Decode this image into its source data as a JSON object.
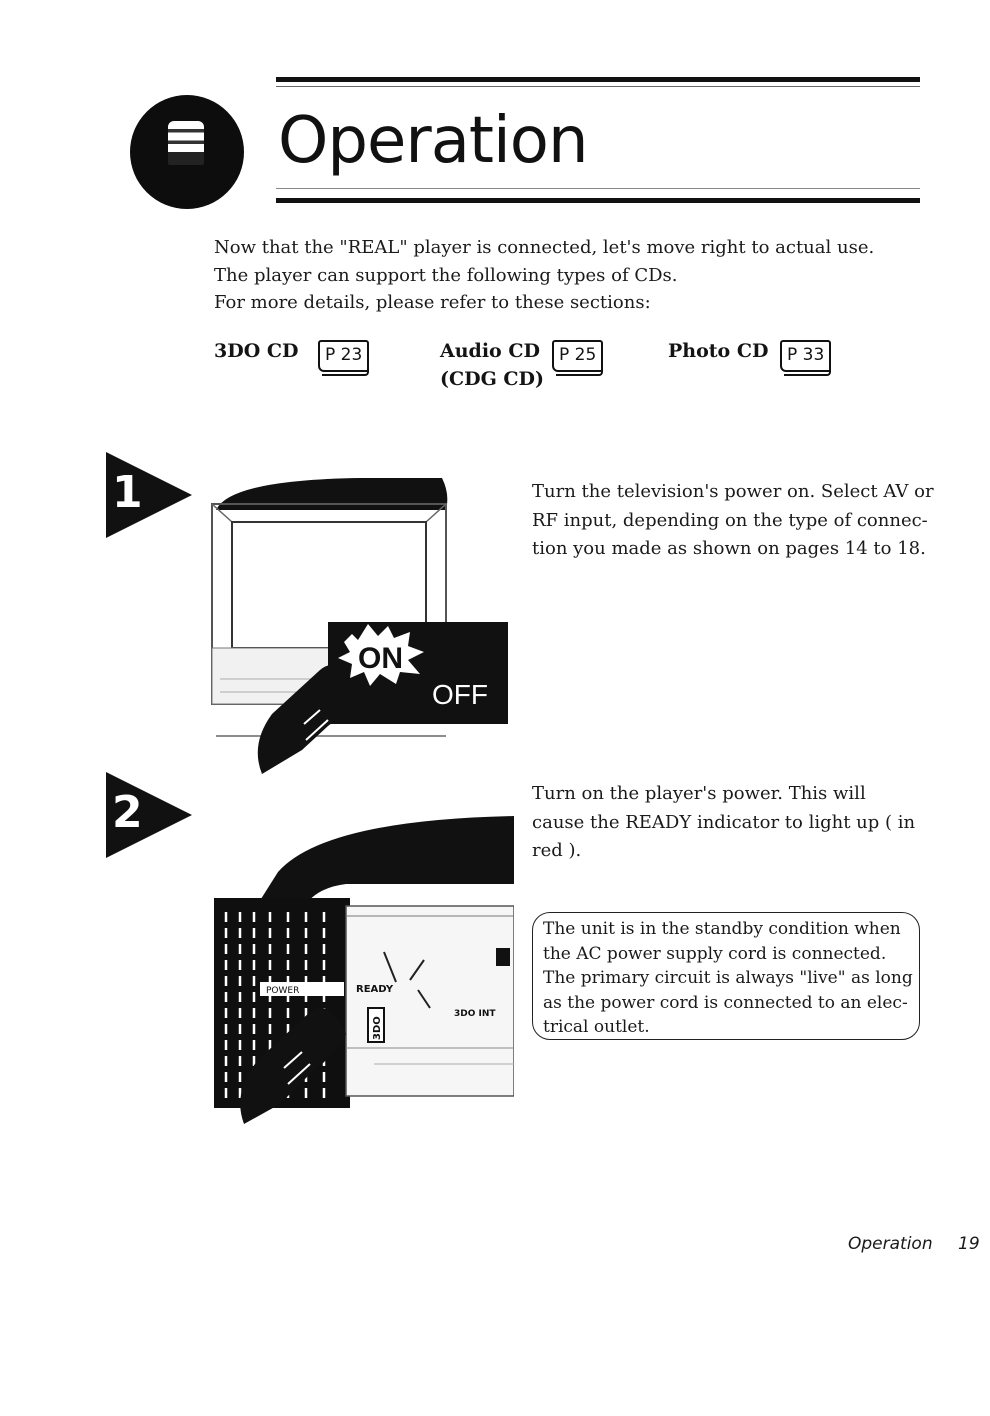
{
  "header": {
    "title": "Operation"
  },
  "intro": {
    "lines": [
      "Now that the \"REAL\" player is connected, let's move right to actual use.",
      "The player can support the following types of CDs.",
      "For more details, please refer to these sections:"
    ]
  },
  "cd_types": [
    {
      "label": "3DO CD",
      "sub": "",
      "page": "P 23"
    },
    {
      "label": "Audio CD",
      "sub": "(CDG CD)",
      "page": "P 25"
    },
    {
      "label": "Photo CD",
      "sub": "",
      "page": "P 33"
    }
  ],
  "steps": [
    {
      "number": "1",
      "lines": [
        "Turn the television's power on. Select AV or",
        "RF input, depending on the type of connec-",
        "tion you made as shown on pages 14 to 18."
      ],
      "illustration": {
        "on_label": "ON",
        "off_label": "OFF"
      }
    },
    {
      "number": "2",
      "lines": [
        "Turn on the player's power. This will",
        "cause the READY indicator to light up ( in",
        "red )."
      ],
      "illustration": {
        "power_label": "POWER",
        "ready_label": "READY",
        "brand_label": "3DO",
        "logo_label": "3DO INT"
      }
    }
  ],
  "note": {
    "lines": [
      "The unit is in the standby condition when",
      "the AC power supply cord is connected.",
      "The primary circuit is always \"live\" as long",
      "as the power cord is connected to an elec-",
      "trical outlet."
    ]
  },
  "footer": {
    "section": "Operation",
    "page_number": "19"
  },
  "icons": {
    "header_badge": "hand-pointing-icon",
    "step_marker": "arrow-right-icon",
    "page_reference": "book-icon"
  },
  "colors": {
    "ink": "#111111",
    "paper": "#ffffff"
  }
}
